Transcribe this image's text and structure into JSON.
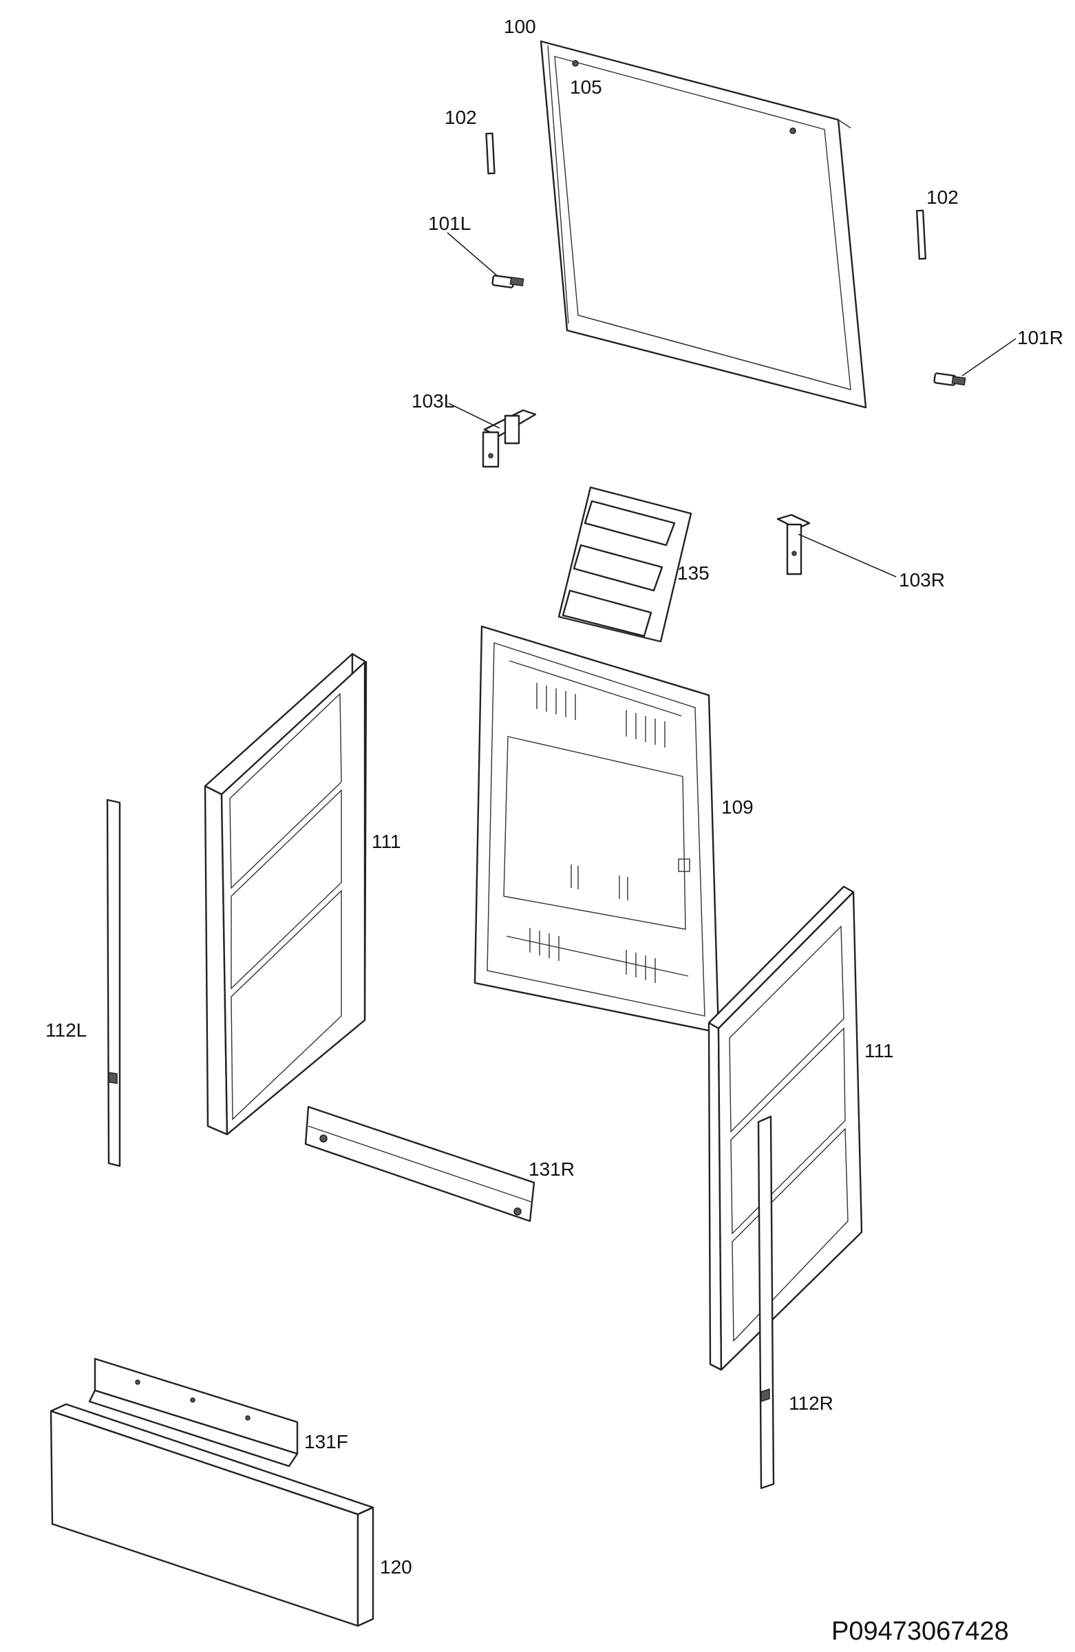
{
  "diagram": {
    "labels": {
      "p100": "100",
      "p105": "105",
      "p102_left": "102",
      "p102_right": "102",
      "p101L": "101L",
      "p101R": "101R",
      "p103L": "103L",
      "p103R": "103R",
      "p135": "135",
      "p109": "109",
      "p111_left": "111",
      "p111_right": "111",
      "p112L": "112L",
      "p112R": "112R",
      "p131R": "131R",
      "p131F": "131F",
      "p120": "120"
    },
    "drawing_code": "P09473067428"
  }
}
